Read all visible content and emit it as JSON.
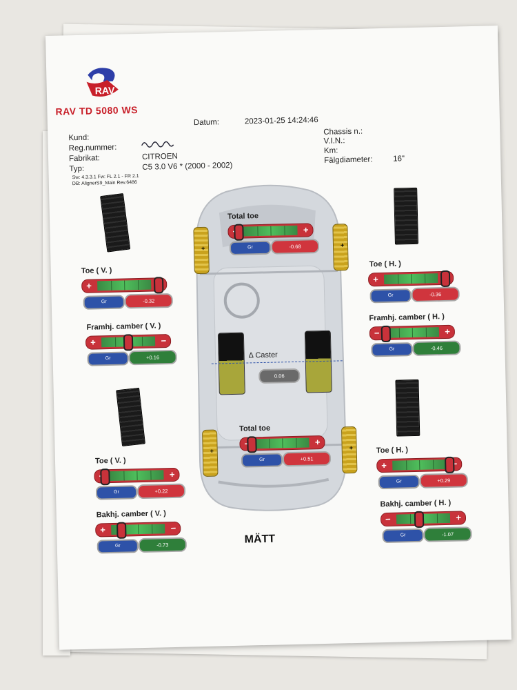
{
  "brand": {
    "title": "RAV TD 5080 WS"
  },
  "header": {
    "datum_label": "Datum:",
    "datum_value": "2023-01-25  14:24:46",
    "kund_label": "Kund:",
    "reg_label": "Reg.nummer:",
    "fabrikat_label": "Fabrikat:",
    "fabrikat_value": "CITROEN",
    "typ_label": "Typ:",
    "typ_value": "C5 3.0 V6 * (2000 - 2002)",
    "chassis_label": "Chassis n.:",
    "vin_label": "V.I.N.:",
    "km_label": "Km:",
    "falg_label": "Fälgdiameter:",
    "falg_value": "16\"",
    "sw_line": "Sw: 4.3.3.1      Fw: FL 2.1 - FR 2.1",
    "db_line": "DB: AlignerS9_Main Rev.6486"
  },
  "measurements": {
    "front_total_toe": {
      "label": "Total toe",
      "gr": "Gr",
      "value": "-0.68",
      "status": "red"
    },
    "front_left_toe": {
      "label": "Toe ( V. )",
      "gr": "Gr",
      "value": "-0.32",
      "status": "red"
    },
    "front_right_toe": {
      "label": "Toe ( H. )",
      "gr": "Gr",
      "value": "-0.36",
      "status": "red"
    },
    "front_left_camber": {
      "label": "Framhj. camber ( V. )",
      "gr": "Gr",
      "value": "+0.16",
      "status": "green"
    },
    "front_right_camber": {
      "label": "Framhj. camber ( H. )",
      "gr": "Gr",
      "value": "-0.46",
      "status": "green"
    },
    "caster": {
      "label": "Δ Caster",
      "value": "0.06",
      "status": "grey"
    },
    "rear_total_toe": {
      "label": "Total toe",
      "gr": "Gr",
      "value": "+0.51",
      "status": "red"
    },
    "rear_left_toe": {
      "label": "Toe ( V. )",
      "gr": "Gr",
      "value": "+0.22",
      "status": "red"
    },
    "rear_right_toe": {
      "label": "Toe ( H. )",
      "gr": "Gr",
      "value": "+0.29",
      "status": "red"
    },
    "rear_left_camber": {
      "label": "Bakhj. camber ( V. )",
      "gr": "Gr",
      "value": "-0.73",
      "status": "green"
    },
    "rear_right_camber": {
      "label": "Bakhj. camber ( H. )",
      "gr": "Gr",
      "value": "-1.07",
      "status": "green"
    }
  },
  "symbols": {
    "plus": "+",
    "minus": "−"
  },
  "footer": {
    "title": "MÄTT"
  },
  "colors": {
    "accent_red": "#c8202a",
    "gauge_red": "#c8323a",
    "gauge_green": "#4fbf5c",
    "gr_blue": "#2e52a8"
  }
}
